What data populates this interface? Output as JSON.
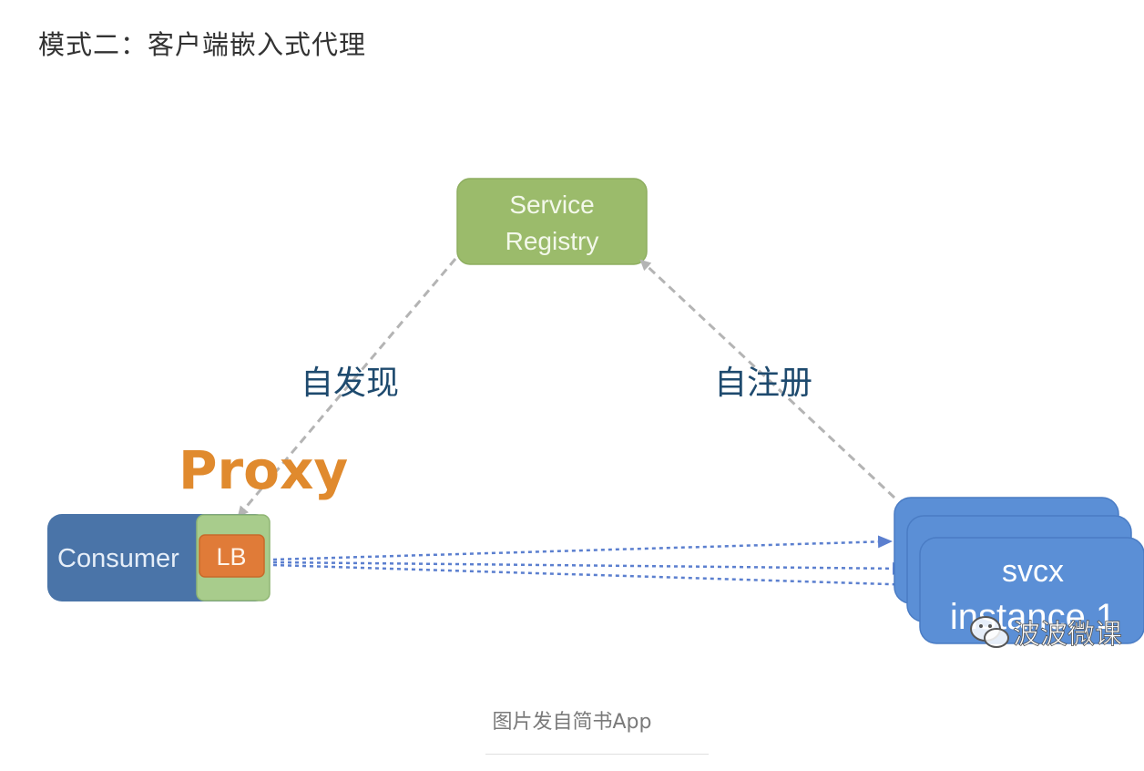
{
  "heading": "模式二：客户端嵌入式代理",
  "diagram": {
    "registry": {
      "line1": "Service",
      "line2": "Registry"
    },
    "discovery_label": "自发现",
    "registration_label": "自注册",
    "proxy_label": "Proxy",
    "consumer_label": "Consumer",
    "lb_label": "LB",
    "instance": {
      "line1": "svcx",
      "line2": "instance 1"
    },
    "watermark": "波波微课",
    "colors": {
      "registry_fill": "#9bbb6b",
      "consumer_fill": "#4a74a8",
      "lb_outer": "#a8cc8c",
      "lb_inner": "#e07b38",
      "instance_fill": "#5b8fd6",
      "label_text": "#1e4a6e",
      "proxy_text": "#e08a2e",
      "dashed_gray": "#b4b4b4",
      "dashed_blue": "#5b7fcf"
    }
  },
  "caption": "图片发自简书App"
}
